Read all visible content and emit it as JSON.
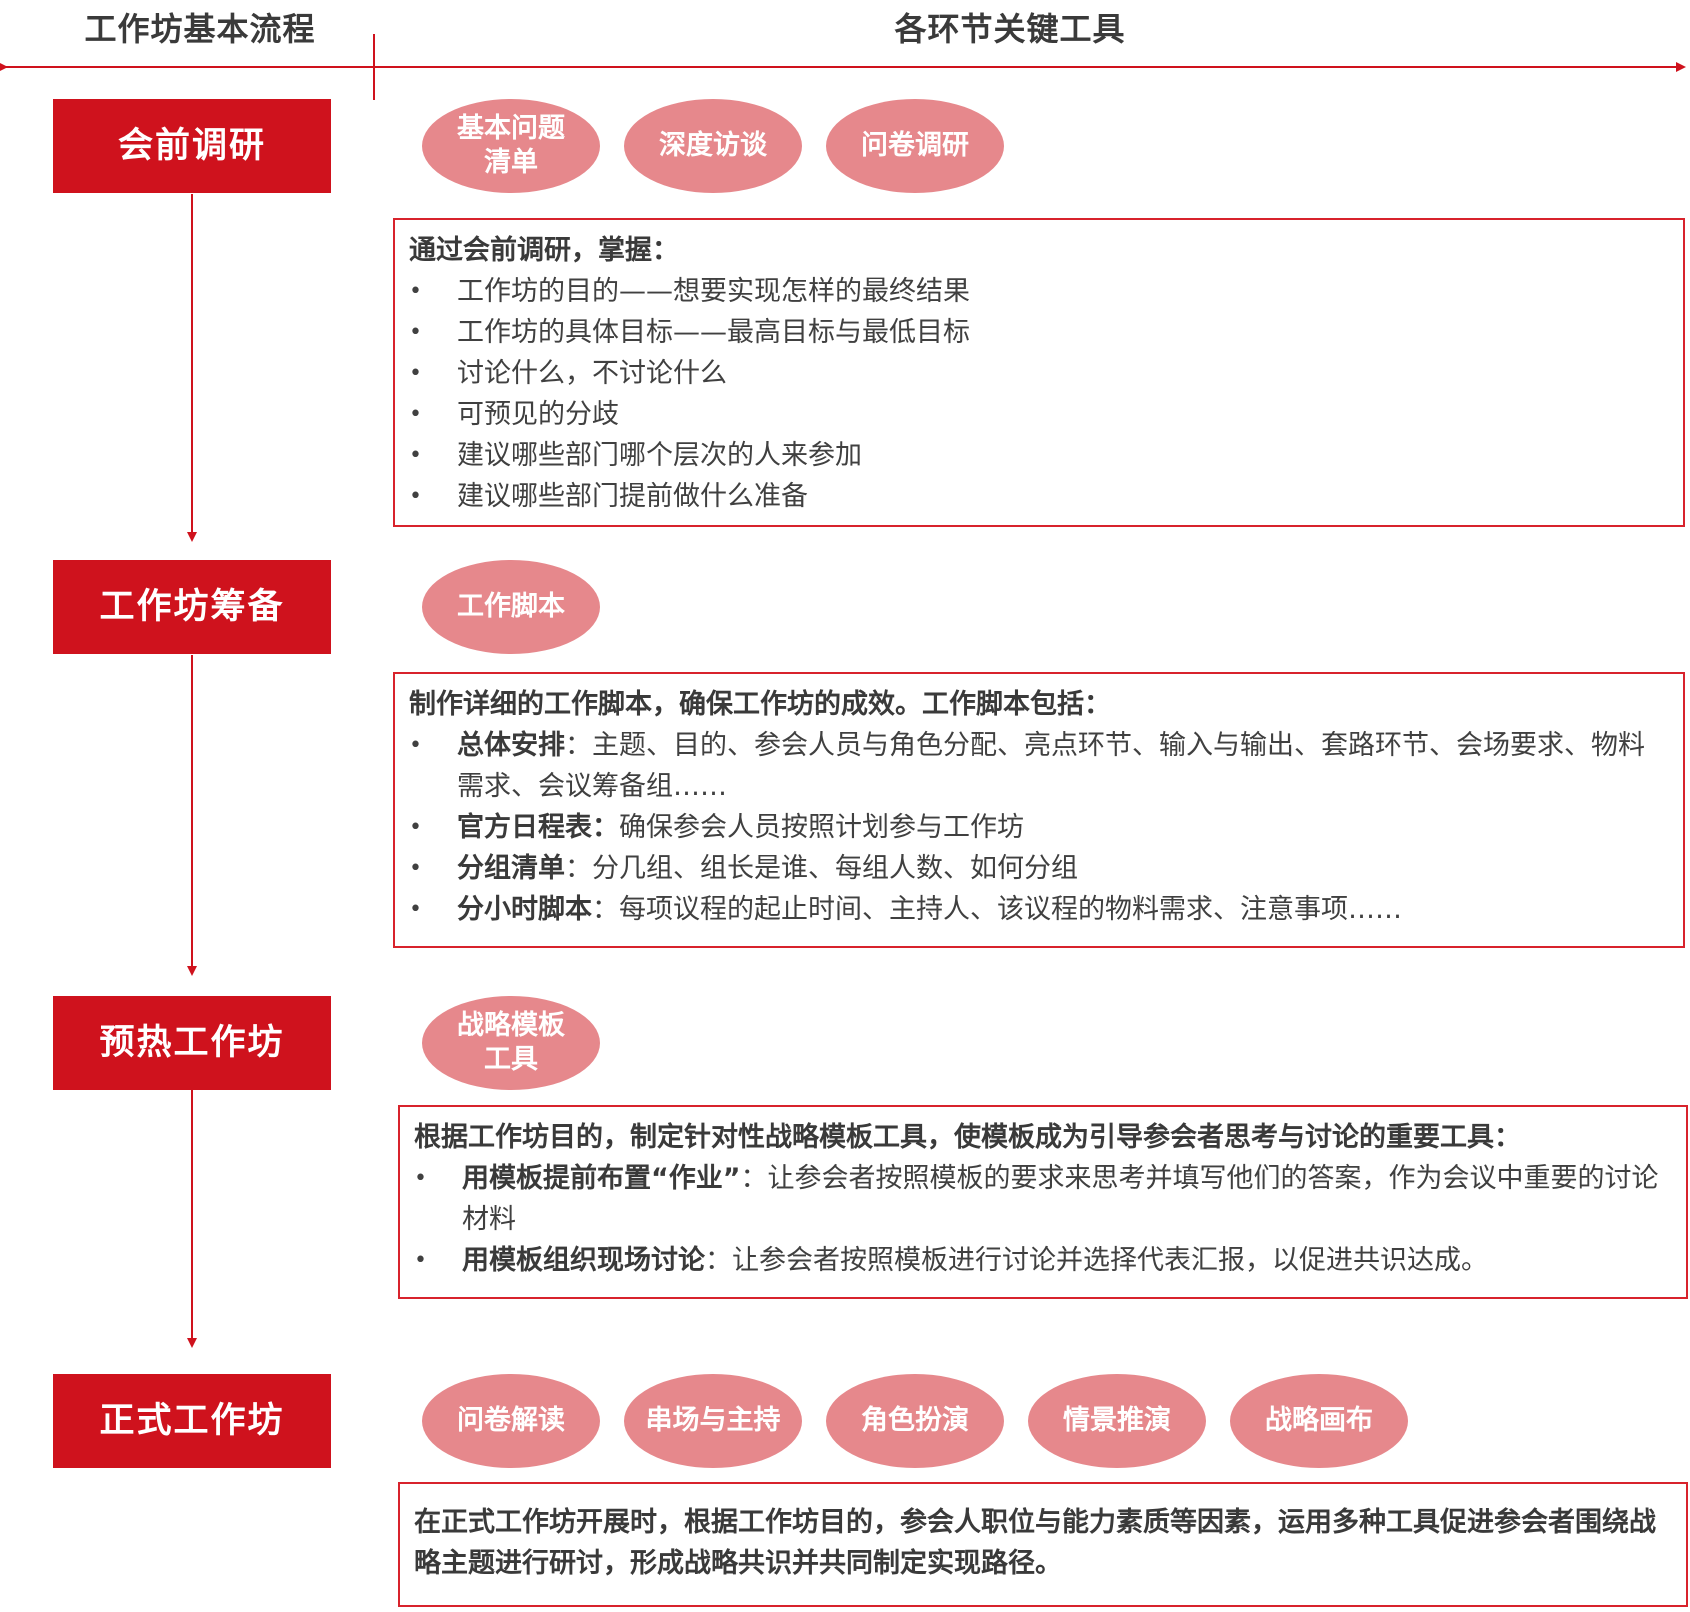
{
  "header": {
    "left_title": "工作坊基本流程",
    "right_title": "各环节关键工具"
  },
  "colors": {
    "stage_bg": "#cf121d",
    "pill_bg": "#e6888c",
    "border": "#d8232c",
    "arrow": "#cf121d"
  },
  "stages": [
    {
      "label": "会前调研",
      "tools": [
        "基本问题\n清单",
        "深度访谈",
        "问卷调研"
      ],
      "title": "通过会前调研，掌握：",
      "items": [
        {
          "bold": "",
          "text": "工作坊的目的——想要实现怎样的最终结果"
        },
        {
          "bold": "",
          "text": "工作坊的具体目标——最高目标与最低目标"
        },
        {
          "bold": "",
          "text": "讨论什么，不讨论什么"
        },
        {
          "bold": "",
          "text": "可预见的分歧"
        },
        {
          "bold": "",
          "text": "建议哪些部门哪个层次的人来参加"
        },
        {
          "bold": "",
          "text": "建议哪些部门提前做什么准备"
        }
      ]
    },
    {
      "label": "工作坊筹备",
      "tools": [
        "工作脚本"
      ],
      "title": "制作详细的工作脚本，确保工作坊的成效。工作脚本包括：",
      "items": [
        {
          "bold": "总体安排",
          "text": "：主题、目的、参会人员与角色分配、亮点环节、输入与输出、套路环节、会场要求、物料需求、会议筹备组……"
        },
        {
          "bold": "官方日程表：",
          "text": "确保参会人员按照计划参与工作坊"
        },
        {
          "bold": "分组清单",
          "text": "：分几组、组长是谁、每组人数、如何分组"
        },
        {
          "bold": "分小时脚本",
          "text": "：每项议程的起止时间、主持人、该议程的物料需求、注意事项……"
        }
      ]
    },
    {
      "label": "预热工作坊",
      "tools": [
        "战略模板\n工具"
      ],
      "title": "根据工作坊目的，制定针对性战略模板工具，使模板成为引导参会者思考与讨论的重要工具：",
      "items": [
        {
          "bold": "用模板提前布置“作业”",
          "text": "：让参会者按照模板的要求来思考并填写他们的答案，作为会议中重要的讨论材料"
        },
        {
          "bold": "用模板组织现场讨论",
          "text": "：让参会者按照模板进行讨论并选择代表汇报，以促进共识达成。"
        }
      ]
    },
    {
      "label": "正式工作坊",
      "tools": [
        "问卷解读",
        "串场与主持",
        "角色扮演",
        "情景推演",
        "战略画布"
      ],
      "paragraph": "在正式工作坊开展时，根据工作坊目的，参会人职位与能力素质等因素，运用多种工具促进参会者围绕战略主题进行研讨，形成战略共识并共同制定实现路径。"
    }
  ]
}
